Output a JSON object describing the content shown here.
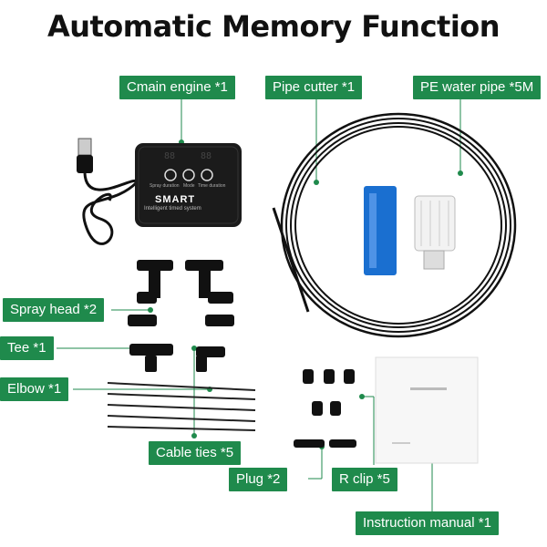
{
  "title": "Automatic Memory Function",
  "device": {
    "brand": "SMART",
    "subtitle": "Intelligent timed system",
    "buttons": [
      "Spray duration",
      "Mode",
      "Time duration"
    ],
    "digits": [
      "88",
      "88"
    ]
  },
  "labels": {
    "main_engine": "Cmain engine *1",
    "pipe_cutter": "Pipe cutter *1",
    "pe_pipe": "PE water pipe *5M",
    "spray_head": "Spray head *2",
    "tee": "Tee *1",
    "elbow": "Elbow *1",
    "cable_ties": "Cable ties *5",
    "plug": "Plug *2",
    "r_clip": "R clip *5",
    "manual": "Instruction manual *1"
  },
  "colors": {
    "label_bg": "#1f8a4c",
    "cutter": "#1a6fd0",
    "device": "#1b1b1b"
  },
  "icons": [
    "usb-plug-icon",
    "pipe-cutter-icon",
    "filter-icon",
    "tee-fitting-icon",
    "elbow-fitting-icon",
    "r-clip-icon",
    "plug-icon"
  ]
}
